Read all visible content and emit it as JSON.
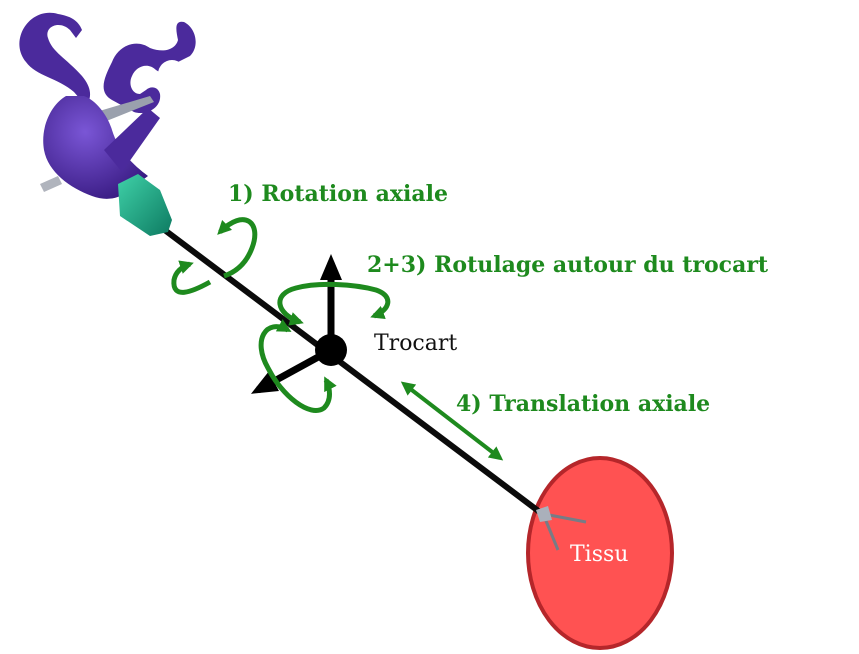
{
  "labels": {
    "rotation_axial": "1) Rotation axiale",
    "rotulage": "2+3) Rotulage autour du trocart",
    "trocart": "Trocart",
    "translation_axial": "4) Translation axiale",
    "tissue": "Tissu"
  },
  "colors": {
    "instrument": "#4b2a9c",
    "instrument_tip": "#1fa383",
    "shaft": "#0b0b0b",
    "motion_arrows": "#1e8a1e",
    "axes": "#000000",
    "tissue_fill": "#ff5252",
    "tissue_stroke": "#b5262a"
  },
  "icons": {
    "instrument": "laparoscopic-grasper",
    "trocar_point": "pivot-dot"
  }
}
